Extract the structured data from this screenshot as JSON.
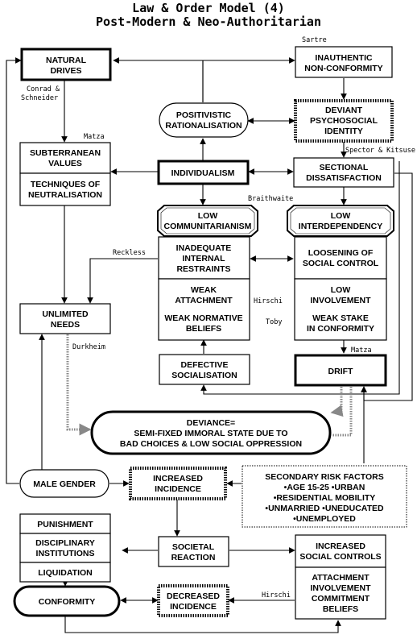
{
  "title": {
    "line1": "Law & Order Model (4)",
    "line2": "Post-Modern & Neo-Authoritarian"
  },
  "nodes": {
    "natural_drives": [
      "NATURAL",
      "DRIVES"
    ],
    "inauthentic": [
      "INAUTHENTIC",
      "NON-CONFORMITY"
    ],
    "positivistic": [
      "POSITIVISTIC",
      "RATIONALISATION"
    ],
    "deviant_identity": [
      "DEVIANT",
      "PSYCHOSOCIAL",
      "IDENTITY"
    ],
    "subterranean": [
      "SUBTERRANEAN",
      "VALUES"
    ],
    "techniques": [
      "TECHNIQUES OF",
      "NEUTRALISATION"
    ],
    "individualism": [
      "INDIVIDUALISM"
    ],
    "sectional": [
      "SECTIONAL",
      "DISSATISFACTION"
    ],
    "low_communitarianism": [
      "LOW",
      "COMMUNITARIANISM"
    ],
    "low_interdependency": [
      "LOW",
      "INTERDEPENDENCY"
    ],
    "inadequate": [
      "INADEQUATE",
      "INTERNAL",
      "RESTRAINTS"
    ],
    "loosening": [
      "LOOSENING OF",
      "SOCIAL CONTROL"
    ],
    "weak_attachment": [
      "WEAK",
      "ATTACHMENT"
    ],
    "weak_normative": [
      "WEAK NORMATIVE",
      "BELIEFS"
    ],
    "low_involvement": [
      "LOW",
      "INVOLVEMENT"
    ],
    "weak_stake": [
      "WEAK STAKE",
      "IN CONFORMITY"
    ],
    "unlimited_needs": [
      "UNLIMITED",
      "NEEDS"
    ],
    "defective_socialisation": [
      "DEFECTIVE",
      "SOCIALISATION"
    ],
    "drift": [
      "DRIFT"
    ],
    "deviance": [
      "DEVIANCE=",
      "SEMI-FIXED IMMORAL STATE DUE TO",
      "BAD CHOICES & LOW SOCIAL OPPRESSION"
    ],
    "male_gender": [
      "MALE GENDER"
    ],
    "increased_incidence": [
      "INCREASED",
      "INCIDENCE"
    ],
    "secondary_risk": [
      "SECONDARY RISK FACTORS",
      "•AGE 15-25 •URBAN",
      "•RESIDENTIAL MOBILITY",
      "•UNMARRIED •UNEDUCATED",
      "•UNEMPLOYED"
    ],
    "punishment": [
      "PUNISHMENT"
    ],
    "disciplinary": [
      "DISCIPLINARY",
      "INSTITUTIONS"
    ],
    "liquidation": [
      "LIQUIDATION"
    ],
    "societal_reaction": [
      "SOCIETAL",
      "REACTION"
    ],
    "increased_controls": [
      "INCREASED",
      "SOCIAL CONTROLS"
    ],
    "attachment_list": [
      "ATTACHMENT",
      "INVOLVEMENT",
      "COMMITMENT",
      "BELIEFS"
    ],
    "conformity": [
      "CONFORMITY"
    ],
    "decreased_incidence": [
      "DECREASED",
      "INCIDENCE"
    ]
  },
  "theorists": {
    "sartre": "Sartre",
    "conrad": "Conrad &",
    "schneider": "Schneider",
    "matza_top": "Matza",
    "spector": "Spector & Kitsuse",
    "braithwaite": "Braithwaite",
    "reckless": "Reckless",
    "hirschi_mid": "Hirschi",
    "toby": "Toby",
    "durkheim": "Durkheim",
    "matza_drift": "Matza",
    "hirschi_bottom": "Hirschi"
  }
}
